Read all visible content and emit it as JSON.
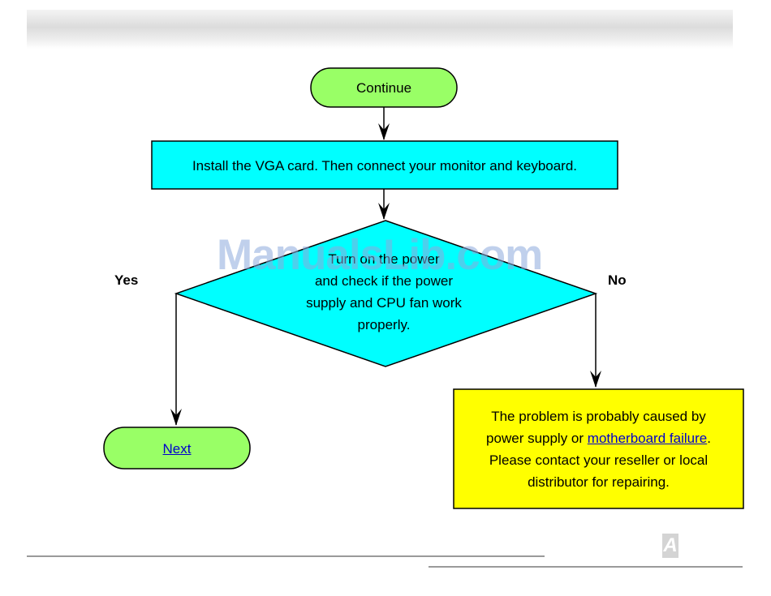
{
  "flowchart": {
    "start_label": "Continue",
    "process_label": "Install the VGA card. Then connect your monitor and keyboard.",
    "decision_lines": [
      "Turn on the power",
      "and check if the power",
      "supply and CPU fan work",
      "properly."
    ],
    "yes_label": "Yes",
    "no_label": "No",
    "result": {
      "line1": "The problem is probably caused by",
      "line2_prefix": "power supply or ",
      "line2_link": "motherboard failure",
      "line2_suffix": ".",
      "line3": "Please contact your reseller or local",
      "line4": "distributor for repairing."
    },
    "end_link": "Next"
  },
  "watermark": "ManualsLib.com",
  "logo_letter": "A",
  "colors": {
    "terminal_fill": "#99ff66",
    "process_fill": "#00ffff",
    "decision_fill": "#00ffff",
    "result_fill": "#ffff00",
    "link": "#0000cc"
  }
}
